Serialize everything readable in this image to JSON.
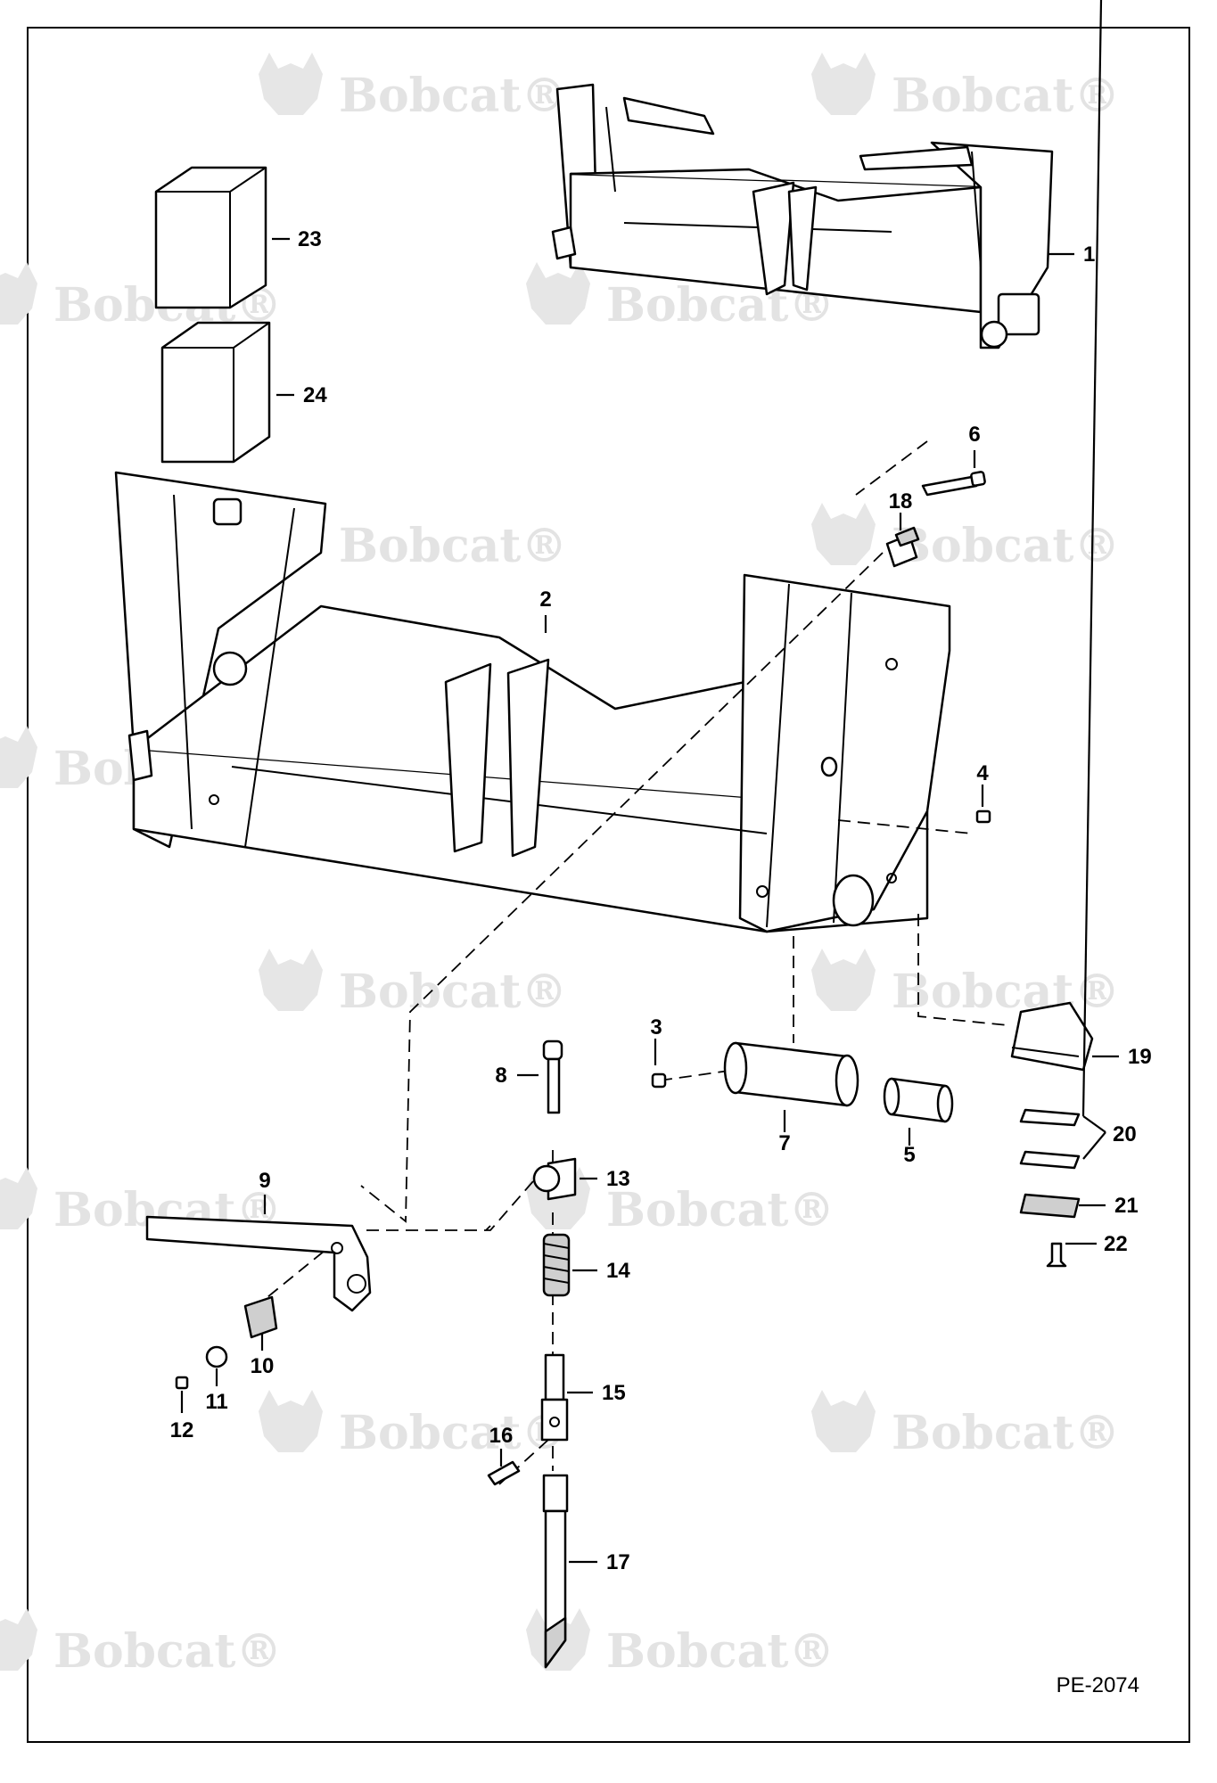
{
  "diagram": {
    "code": "PE-2074",
    "watermark": "Bobcat",
    "watermark_mark": "®",
    "callouts": [
      {
        "id": "c1",
        "label": "1"
      },
      {
        "id": "c2",
        "label": "2"
      },
      {
        "id": "c3",
        "label": "3"
      },
      {
        "id": "c4",
        "label": "4"
      },
      {
        "id": "c5",
        "label": "5"
      },
      {
        "id": "c6",
        "label": "6"
      },
      {
        "id": "c7",
        "label": "7"
      },
      {
        "id": "c8",
        "label": "8"
      },
      {
        "id": "c9",
        "label": "9"
      },
      {
        "id": "c10",
        "label": "10"
      },
      {
        "id": "c11",
        "label": "11"
      },
      {
        "id": "c12",
        "label": "12"
      },
      {
        "id": "c13",
        "label": "13"
      },
      {
        "id": "c14",
        "label": "14"
      },
      {
        "id": "c15",
        "label": "15"
      },
      {
        "id": "c16",
        "label": "16"
      },
      {
        "id": "c17",
        "label": "17"
      },
      {
        "id": "c18",
        "label": "18"
      },
      {
        "id": "c19",
        "label": "19"
      },
      {
        "id": "c20",
        "label": "20"
      },
      {
        "id": "c21",
        "label": "21"
      },
      {
        "id": "c22",
        "label": "22"
      },
      {
        "id": "c23",
        "label": "23"
      },
      {
        "id": "c24",
        "label": "24"
      }
    ]
  }
}
